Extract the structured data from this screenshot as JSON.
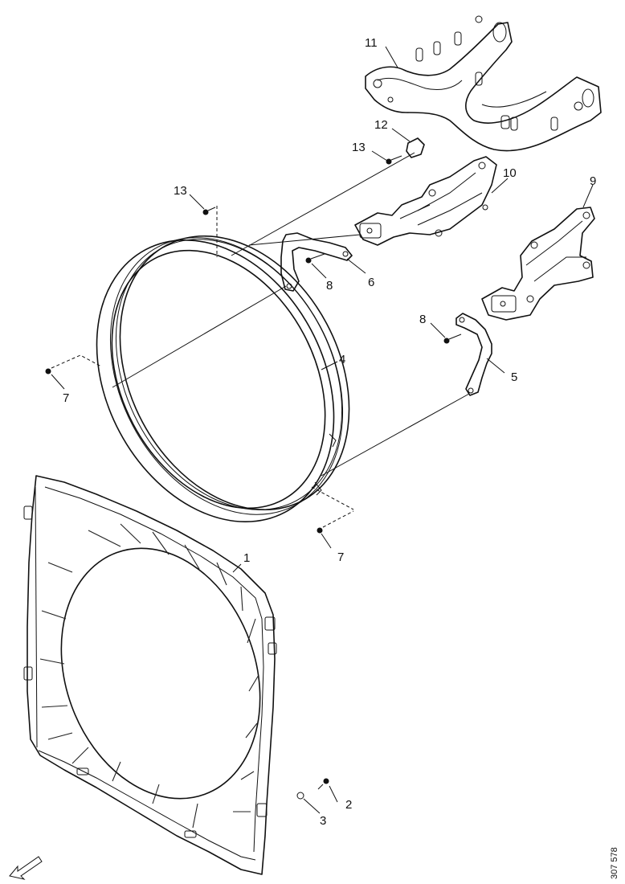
{
  "callouts": {
    "c1": "1",
    "c2": "2",
    "c3": "3",
    "c4": "4",
    "c5": "5",
    "c6": "6",
    "c7a": "7",
    "c7b": "7",
    "c8a": "8",
    "c8b": "8",
    "c9": "9",
    "c10": "10",
    "c11": "11",
    "c12": "12",
    "c13a": "13",
    "c13b": "13"
  },
  "reference_code": "307 578",
  "icons": {
    "orientation": "direction-arrow-icon"
  }
}
